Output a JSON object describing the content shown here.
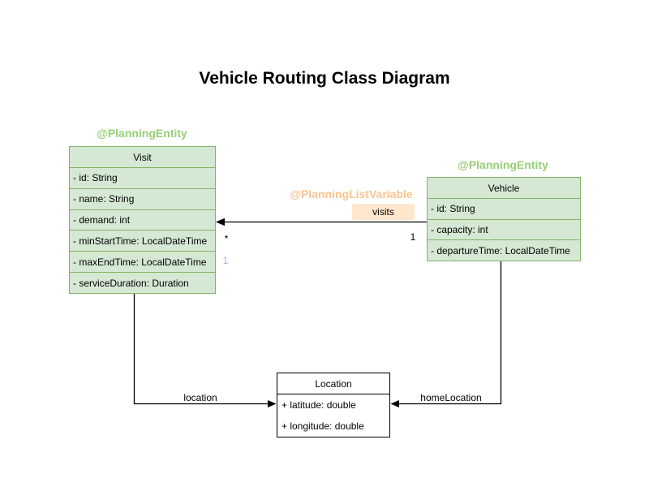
{
  "title": "Vehicle Routing Class Diagram",
  "colors": {
    "class_fill_green": "#d5e8d4",
    "class_stroke_green": "#82b366",
    "annotation_green": "#97d077",
    "annotation_orange": "#fbc48f",
    "edge_label_fill_orange": "#ffe6cc",
    "multiplicity_purple": "#b8a8d2",
    "edge_stroke": "#000000"
  },
  "classes": {
    "visit": {
      "annotation": "@PlanningEntity",
      "name": "Visit",
      "attributes": [
        "- id: String",
        "- name: String",
        "- demand: int",
        "- minStartTime: LocalDateTime",
        "- maxEndTime: LocalDateTime",
        "- serviceDuration: Duration"
      ]
    },
    "vehicle": {
      "annotation": "@PlanningEntity",
      "name": "Vehicle",
      "attributes": [
        "- id: String",
        "- capacity: int",
        "- departureTime: LocalDateTime"
      ]
    },
    "location": {
      "name": "Location",
      "attributes": [
        "+ latitude: double",
        "+ longitude: double"
      ]
    }
  },
  "edges": {
    "visits": {
      "annotation": "@PlanningListVariable",
      "label": "visits",
      "multiplicity_at_visit": "*",
      "multiplicity_at_vehicle": "1",
      "secondary_multiplicity": "1"
    },
    "location": {
      "label": "location"
    },
    "home_location": {
      "label": "homeLocation"
    }
  }
}
